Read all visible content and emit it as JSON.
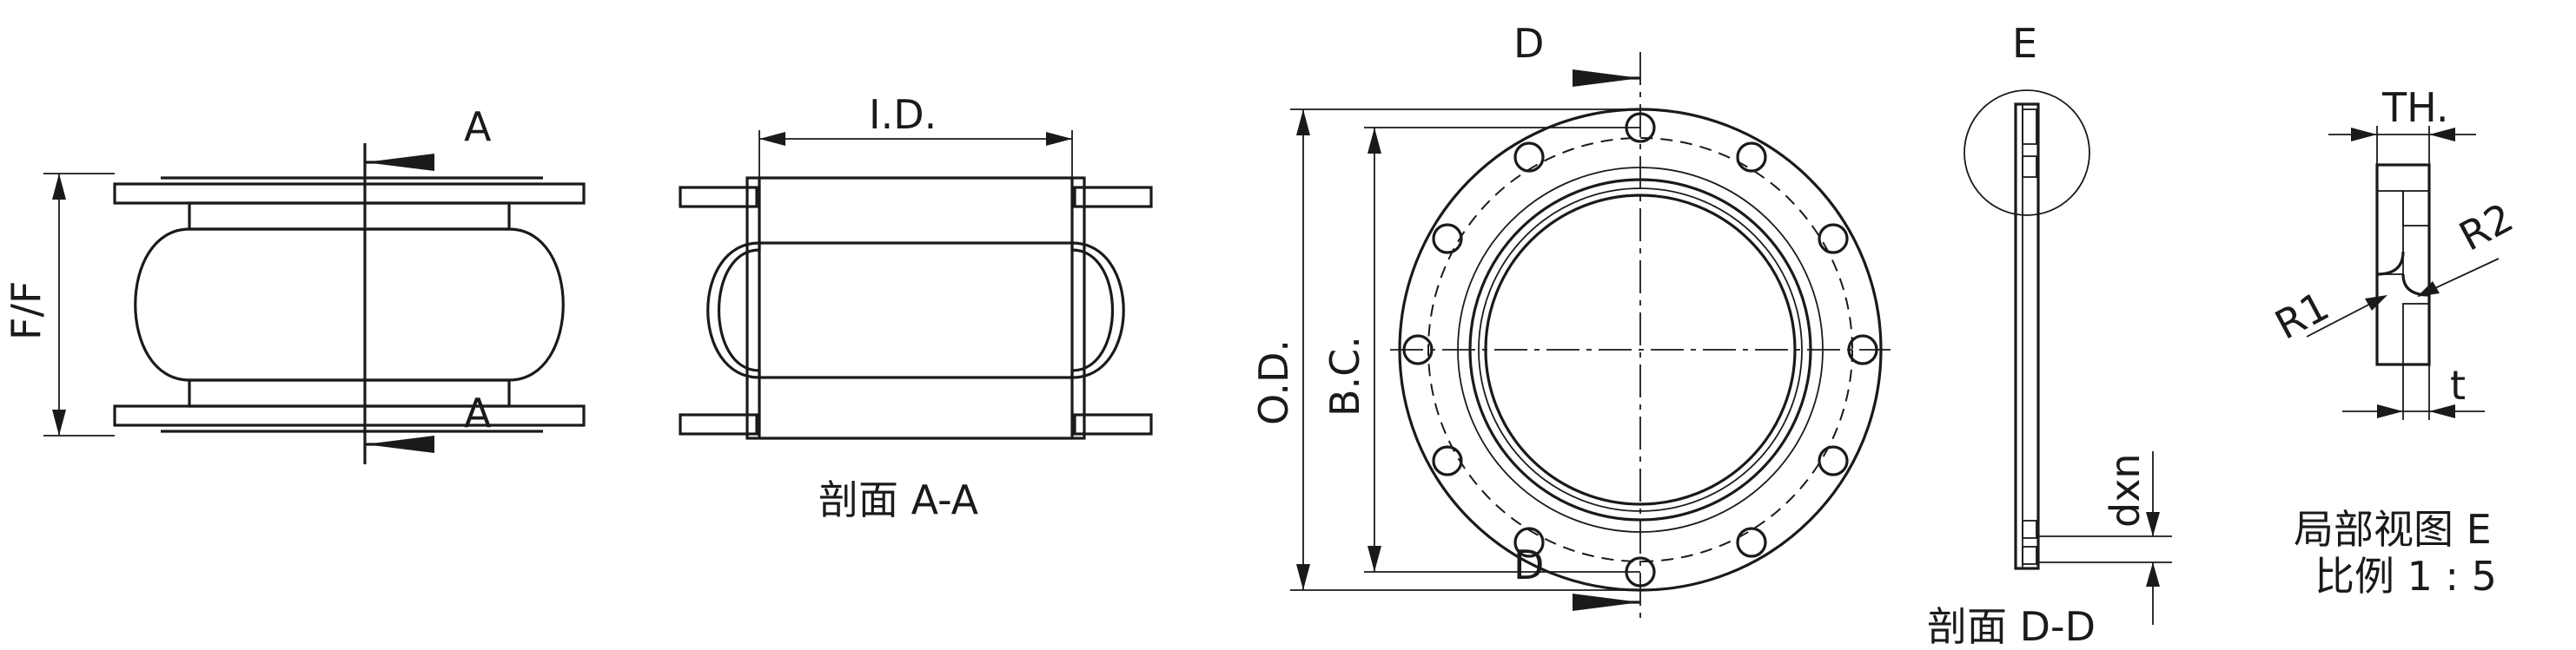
{
  "labels": {
    "section_a": "A",
    "ff": "F/F",
    "id": "I.D.",
    "section_d": "D",
    "od": "O.D.",
    "bc": "B.C.",
    "detail_e": "E",
    "dxn": "dxn",
    "th": "TH.",
    "r1": "R1",
    "r2": "R2",
    "t": "t"
  },
  "captions": {
    "section_aa": "剖面 A-A",
    "section_dd": "剖面 D-D",
    "detail_title": "局部视图 E",
    "detail_scale": "比例 1 : 5"
  }
}
